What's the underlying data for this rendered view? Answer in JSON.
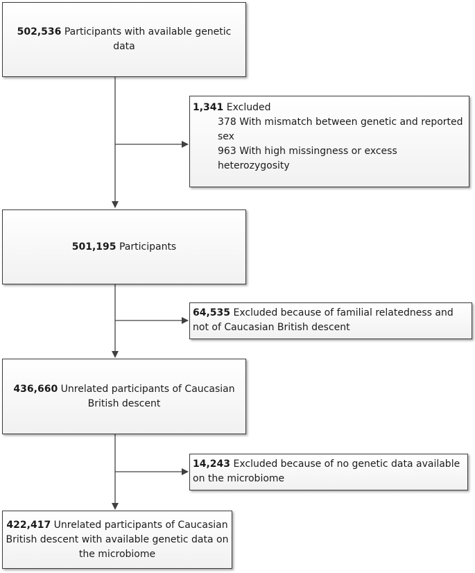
{
  "boxes": {
    "b1": {
      "count": "502,536",
      "text": "Participants with available genetic data"
    },
    "b2": {
      "count": "501,195",
      "text": "Participants"
    },
    "b3": {
      "count": "436,660",
      "text": "Unrelated participants of Caucasian British descent"
    },
    "b4": {
      "count": "422,417",
      "text": "Unrelated participants of Caucasian British descent with available genetic data on the microbiome"
    }
  },
  "exclusions": {
    "e1": {
      "count": "1,341",
      "text": "Excluded",
      "items": [
        {
          "count": "378",
          "text": "With mismatch between genetic and reported sex"
        },
        {
          "count": "963",
          "text": "With high missingness or excess heterozygosity"
        }
      ]
    },
    "e2": {
      "count": "64,535",
      "text": "Excluded because of familial relatedness and not of Caucasian British descent"
    },
    "e3": {
      "count": "14,243",
      "text": "Excluded because of no genetic data available on the microbiome"
    }
  }
}
